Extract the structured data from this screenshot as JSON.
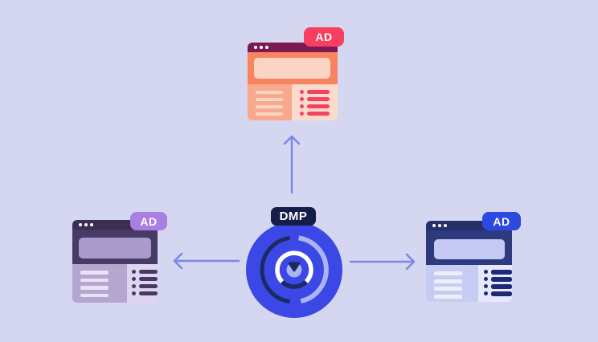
{
  "background_color": "#d5d6ef",
  "center_hub": {
    "badge_label": "DMP",
    "badge_color": "#151d4a",
    "circle_color": "#3b48e6",
    "ring_dark_color": "#1b2a63",
    "ring_light_color": "#a9b4f0",
    "ring_white_color": "#ffffff"
  },
  "ad_windows": [
    {
      "position": "top",
      "badge_label": "AD",
      "badge_color": "#f93e5f",
      "titlebar_color": "#7c1953",
      "hero_color": "#f8845f",
      "list_accent_color": "#f5425f"
    },
    {
      "position": "left",
      "badge_label": "AD",
      "badge_color": "#a97fe2",
      "titlebar_color": "#3b2e52",
      "hero_color": "#473b66",
      "list_accent_color": "#473b66"
    },
    {
      "position": "right",
      "badge_label": "AD",
      "badge_color": "#2c49e2",
      "titlebar_color": "#272f6b",
      "hero_color": "#2e3a7e",
      "list_accent_color": "#1c2a78"
    }
  ],
  "arrows": {
    "color": "#7d87e9",
    "directions": [
      "up",
      "left",
      "right"
    ]
  }
}
